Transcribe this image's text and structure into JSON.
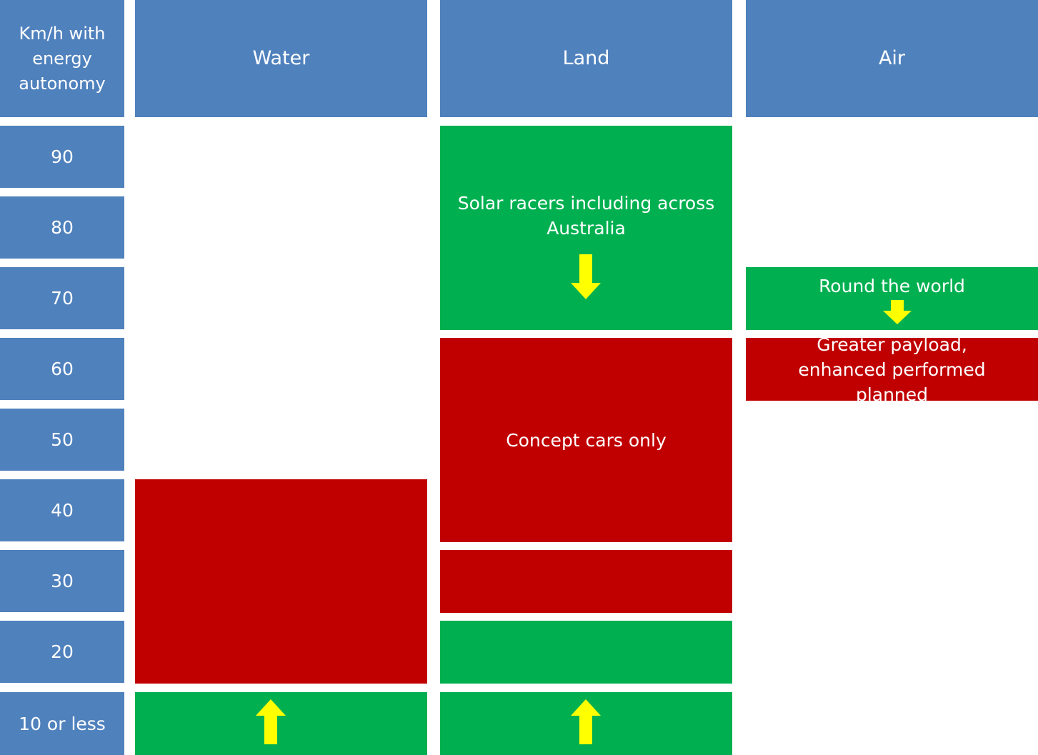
{
  "header": {
    "corner_label": "Km/h with energy autonomy",
    "columns": [
      "Water",
      "Land",
      "Air"
    ]
  },
  "rows": [
    "90",
    "80",
    "70",
    "60",
    "50",
    "40",
    "30",
    "20",
    "10 or less"
  ],
  "blocks": {
    "land_solar_racers": "Solar racers including across Australia",
    "land_concept_cars": "Concept cars only",
    "air_round_world": "Round the world",
    "air_greater_payload": "Greater payload, enhanced performed planned"
  },
  "colors": {
    "header_blue": "#4f81bd",
    "achieved_green": "#00b050",
    "planned_red": "#c00000",
    "arrow_yellow": "#ffff00"
  },
  "icons": {
    "arrow_up": "arrow-up-icon",
    "arrow_down": "arrow-down-icon"
  }
}
